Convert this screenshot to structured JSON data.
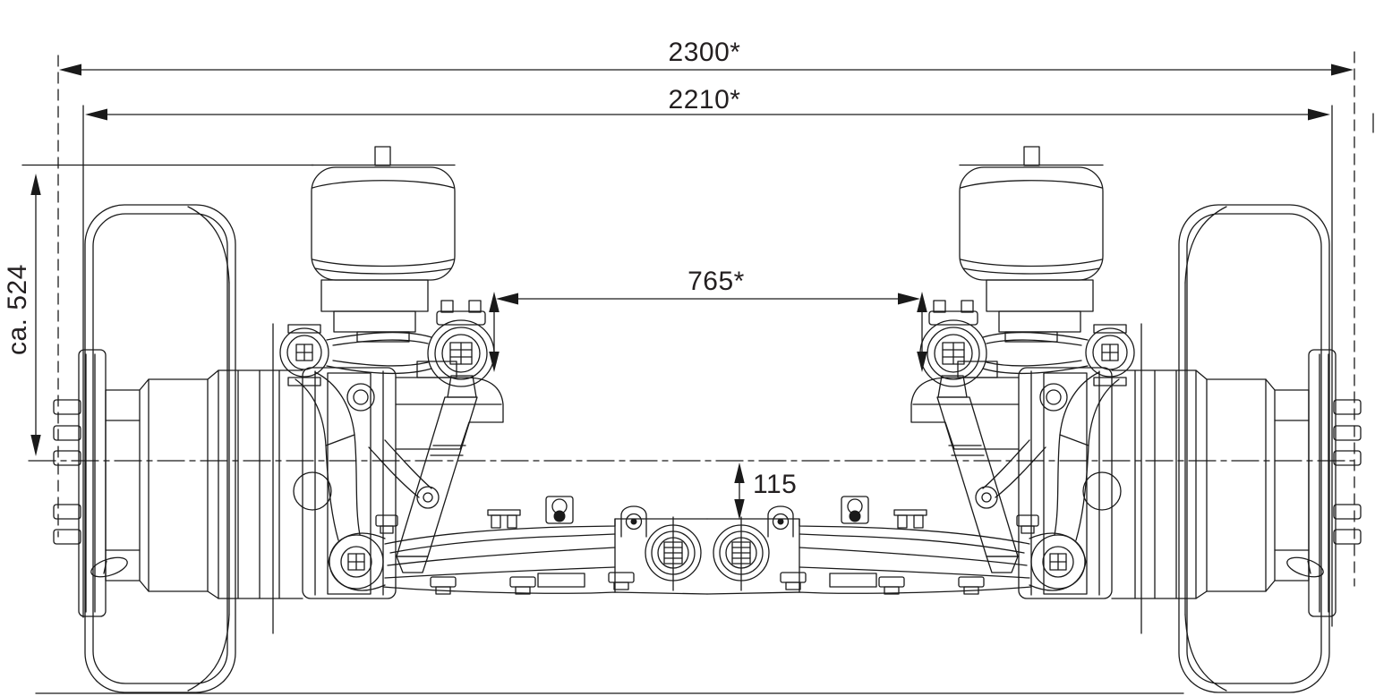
{
  "page": {
    "subject": "Technical dimension drawing of an air-suspended front axle (front view) with wheels shown as phantom outlines",
    "background": "#ffffff"
  },
  "dimensions": {
    "overall_width": {
      "label": "2300*",
      "value": 2300
    },
    "frame_width": {
      "label": "2210*",
      "value": 2210
    },
    "spring_center_distance": {
      "label": "765*",
      "value": 765
    },
    "beam_drop": {
      "label": "115",
      "value": 115
    },
    "frame_to_wheel_center": {
      "label": "ca. 524",
      "value": 524,
      "prefix": "ca."
    }
  },
  "colors": {
    "line": "#1a1a1a",
    "dimension_text": "#231f20",
    "wheel_outline": "#a9c3e6",
    "background": "#ffffff"
  }
}
